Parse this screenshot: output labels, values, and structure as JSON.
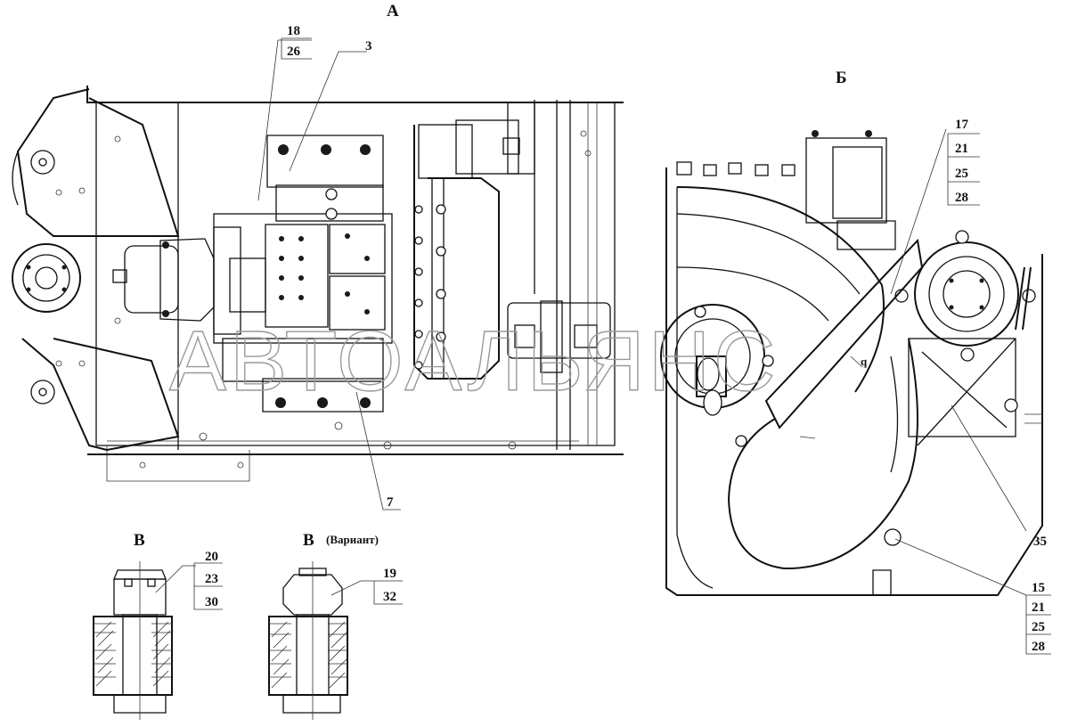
{
  "views": {
    "a": {
      "title": "А"
    },
    "b": {
      "title": "Б"
    },
    "v1": {
      "title": "В"
    },
    "v2": {
      "title": "В",
      "note": "(Вариант)"
    }
  },
  "callouts": {
    "c18": "18",
    "c26": "26",
    "c3": "3",
    "c7": "7",
    "c17": "17",
    "c21a": "21",
    "c25a": "25",
    "c28a": "28",
    "c35": "35",
    "c15": "15",
    "c21b": "21",
    "c25b": "25",
    "c28b": "28",
    "c20": "20",
    "c23": "23",
    "c30": "30",
    "c19": "19",
    "c32": "32"
  },
  "annotations": {
    "q_mark": "q"
  },
  "watermark": "АВТОАЛЬЯНС"
}
